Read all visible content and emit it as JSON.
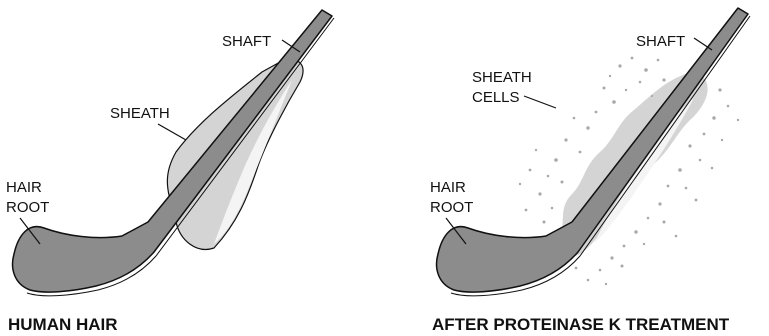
{
  "panels": [
    {
      "caption": "HUMAN HAIR",
      "labels": {
        "shaft": "SHAFT",
        "sheath": "SHEATH",
        "root_line1": "HAIR",
        "root_line2": "ROOT"
      }
    },
    {
      "caption": "AFTER PROTEINASE K TREATMENT",
      "labels": {
        "shaft": "SHAFT",
        "sheath_line1": "SHEATH",
        "sheath_line2": "CELLS",
        "root_line1": "HAIR",
        "root_line2": "ROOT"
      }
    }
  ],
  "colors": {
    "hair": "#8c8c8c",
    "sheath": "#d4d4d4",
    "sheath_highlight": "#f4f4f4",
    "debris": "#a8a8a8",
    "outline": "#111111"
  }
}
